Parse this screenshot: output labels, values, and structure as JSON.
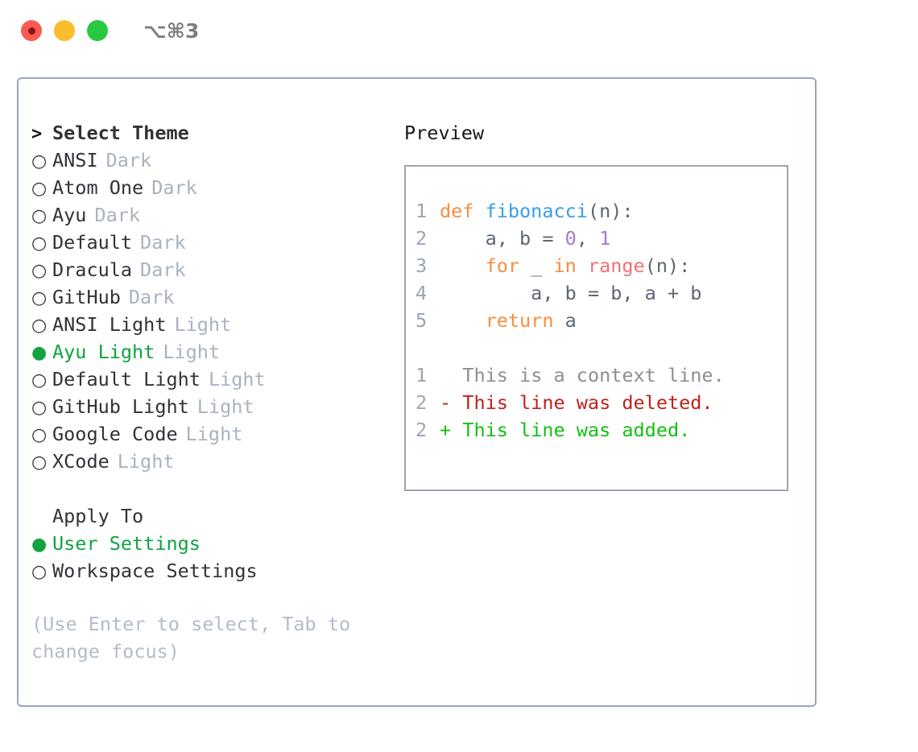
{
  "titlebar": {
    "shortcut": "⌥⌘3",
    "buttons": [
      {
        "name": "close",
        "color": "#fb5a52"
      },
      {
        "name": "minimize",
        "color": "#fbbd2e"
      },
      {
        "name": "maximize",
        "color": "#27c93f"
      }
    ]
  },
  "theme_picker": {
    "header_marker": ">",
    "header": "Select Theme",
    "bullet_selected": "●",
    "bullet_unselected": "○",
    "items": [
      {
        "label": "ANSI",
        "variant": "Dark",
        "selected": false
      },
      {
        "label": "Atom One",
        "variant": "Dark",
        "selected": false
      },
      {
        "label": "Ayu",
        "variant": "Dark",
        "selected": false
      },
      {
        "label": "Default",
        "variant": "Dark",
        "selected": false
      },
      {
        "label": "Dracula",
        "variant": "Dark",
        "selected": false
      },
      {
        "label": "GitHub",
        "variant": "Dark",
        "selected": false
      },
      {
        "label": "ANSI Light",
        "variant": "Light",
        "selected": false
      },
      {
        "label": "Ayu Light",
        "variant": "Light",
        "selected": true
      },
      {
        "label": "Default Light",
        "variant": "Light",
        "selected": false
      },
      {
        "label": "GitHub Light",
        "variant": "Light",
        "selected": false
      },
      {
        "label": "Google Code",
        "variant": "Light",
        "selected": false
      },
      {
        "label": "XCode",
        "variant": "Light",
        "selected": false
      }
    ]
  },
  "apply_to": {
    "title": "Apply To",
    "items": [
      {
        "label": "User Settings",
        "selected": true
      },
      {
        "label": "Workspace Settings",
        "selected": false
      }
    ]
  },
  "hint": "(Use Enter to select, Tab to change focus)",
  "preview": {
    "title": "Preview",
    "code_lines": [
      {
        "no": "1",
        "tokens": [
          {
            "t": "def ",
            "c": "kw"
          },
          {
            "t": "fibonacci",
            "c": "fn"
          },
          {
            "t": "(n):",
            "c": "plain"
          }
        ]
      },
      {
        "no": "2",
        "tokens": [
          {
            "t": "    a, b = ",
            "c": "plain"
          },
          {
            "t": "0",
            "c": "num"
          },
          {
            "t": ", ",
            "c": "plain"
          },
          {
            "t": "1",
            "c": "num"
          }
        ]
      },
      {
        "no": "3",
        "tokens": [
          {
            "t": "    ",
            "c": "plain"
          },
          {
            "t": "for",
            "c": "kw"
          },
          {
            "t": " _ ",
            "c": "plain"
          },
          {
            "t": "in",
            "c": "kw"
          },
          {
            "t": " ",
            "c": "plain"
          },
          {
            "t": "range",
            "c": "builtin"
          },
          {
            "t": "(n):",
            "c": "plain"
          }
        ]
      },
      {
        "no": "4",
        "tokens": [
          {
            "t": "        a, b = b, a + b",
            "c": "plain"
          }
        ]
      },
      {
        "no": "5",
        "tokens": [
          {
            "t": "    ",
            "c": "plain"
          },
          {
            "t": "return",
            "c": "kw"
          },
          {
            "t": " a",
            "c": "plain"
          }
        ]
      }
    ],
    "diff_lines": [
      {
        "no": "1",
        "marker": " ",
        "text": " This is a context line.",
        "kind": "context"
      },
      {
        "no": "2",
        "marker": "-",
        "text": " This line was deleted.",
        "kind": "del"
      },
      {
        "no": "2",
        "marker": "+",
        "text": " This line was added.",
        "kind": "add"
      }
    ]
  },
  "colors": {
    "accent_green": "#10a33f",
    "border": "#9aa5b4",
    "muted": "#a8b2c0",
    "hint": "#b3bcc8",
    "code_text": "#5c6773",
    "kw": "#fa8d3e",
    "fn": "#399ee6",
    "num": "#a37acc",
    "builtin": "#f07171",
    "diff_del": "#c0211b",
    "diff_add": "#12c012"
  }
}
